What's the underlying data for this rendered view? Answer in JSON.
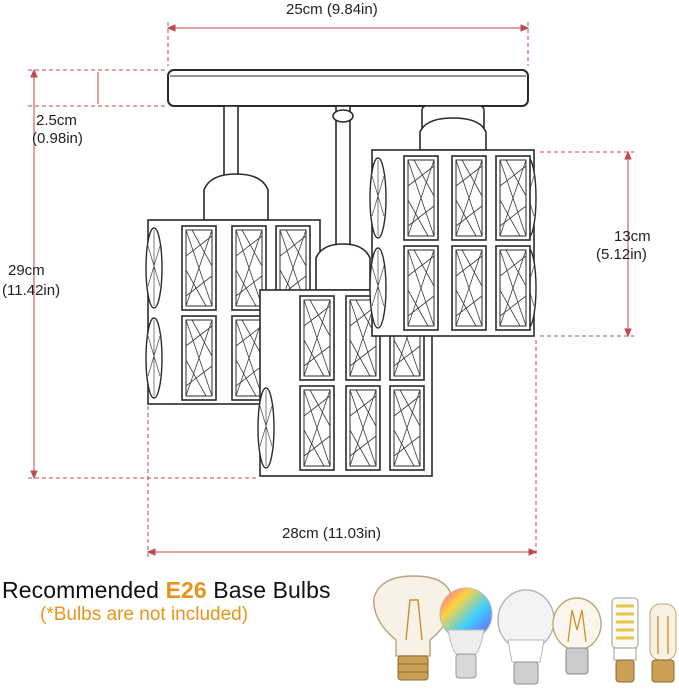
{
  "dimensions": {
    "top_width": "25cm (9.84in)",
    "base_height_cm": "2.5cm",
    "base_height_in": "(0.98in)",
    "total_height_cm": "29cm",
    "total_height_in": "(11.42in)",
    "shade_height_cm": "13cm",
    "shade_height_in": "(5.12in)",
    "bottom_width": "28cm (11.03in)"
  },
  "bulbs_note": {
    "prefix": "Recommended ",
    "accent": "E26",
    "suffix": " Base Bulbs",
    "subtitle": "(*Bulbs are not included)"
  },
  "colors": {
    "accent": "#e8941a",
    "dimension_line": "#c0494f",
    "outline": "#2a2a2a"
  },
  "bulbs": [
    {
      "name": "st64-edison-filament-bulb"
    },
    {
      "name": "rgb-smart-bulb"
    },
    {
      "name": "a19-led-bulb"
    },
    {
      "name": "a19-filament-bulb"
    },
    {
      "name": "corn-led-bulb"
    },
    {
      "name": "tubular-filament-bulb"
    }
  ]
}
